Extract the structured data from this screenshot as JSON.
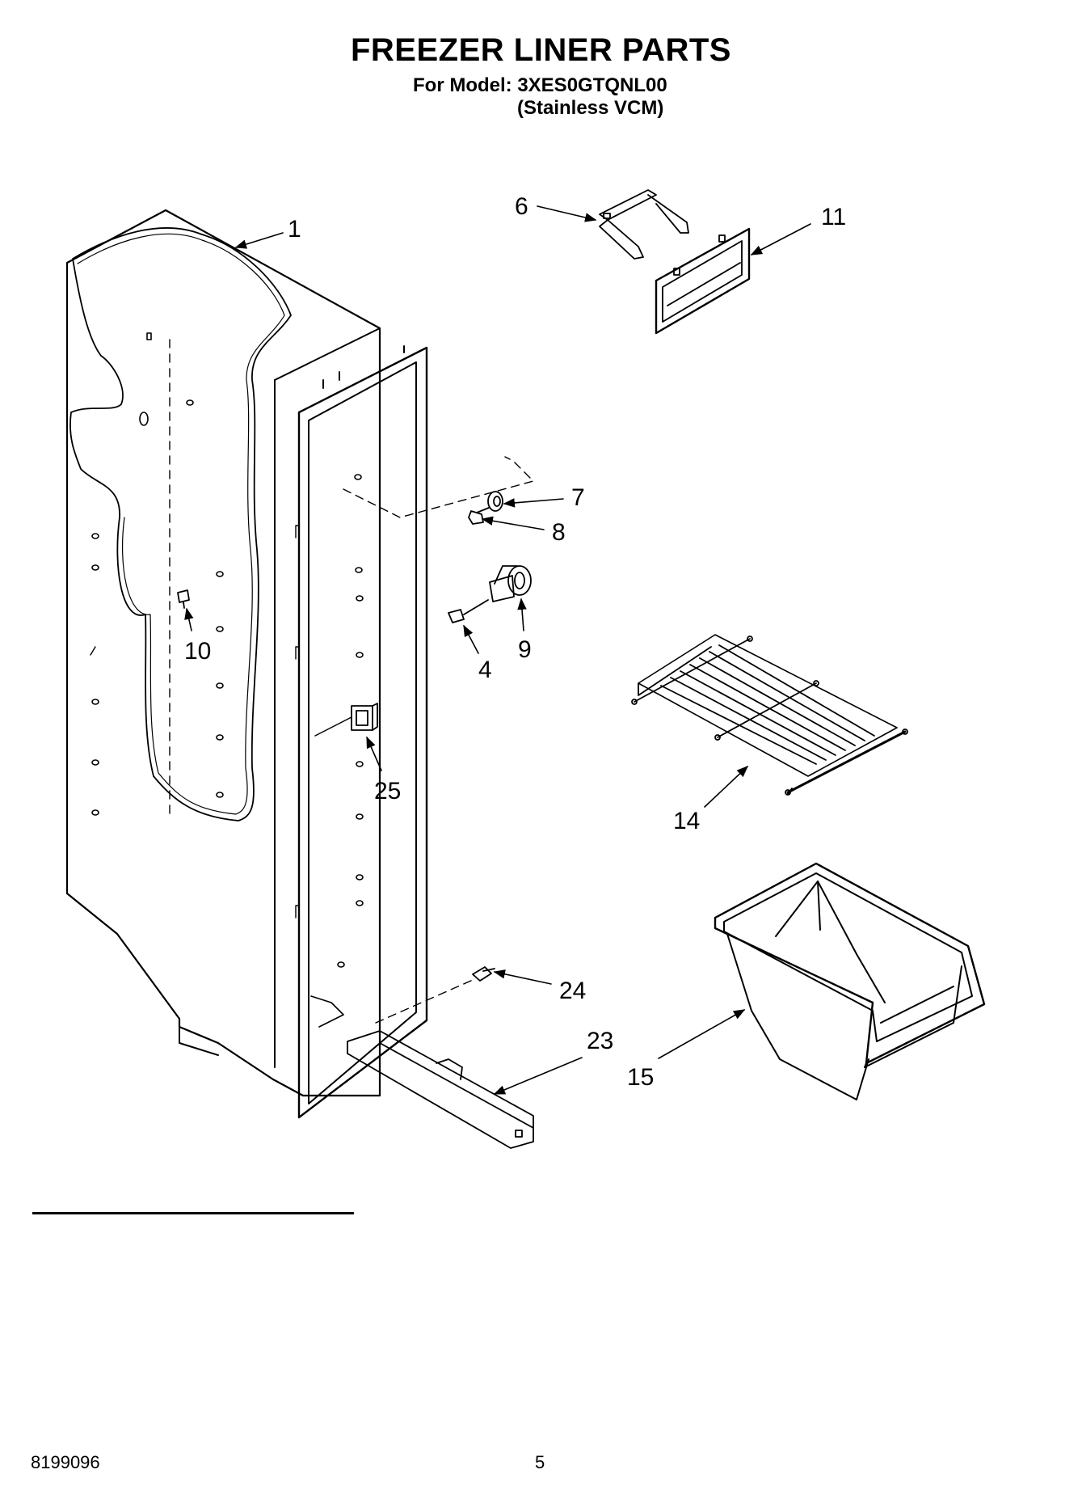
{
  "header": {
    "title": "FREEZER LINER PARTS",
    "model_line": "For Model: 3XES0GTQNL00",
    "variant_line": "(Stainless VCM)"
  },
  "callouts": [
    {
      "id": "1",
      "label": "1"
    },
    {
      "id": "6",
      "label": "6"
    },
    {
      "id": "11",
      "label": "11"
    },
    {
      "id": "7",
      "label": "7"
    },
    {
      "id": "8",
      "label": "8"
    },
    {
      "id": "9",
      "label": "9"
    },
    {
      "id": "4",
      "label": "4"
    },
    {
      "id": "10",
      "label": "10"
    },
    {
      "id": "25",
      "label": "25"
    },
    {
      "id": "14",
      "label": "14"
    },
    {
      "id": "24",
      "label": "24"
    },
    {
      "id": "23",
      "label": "23"
    },
    {
      "id": "15",
      "label": "15"
    }
  ],
  "footer": {
    "doc_number": "8199096",
    "page_number": "5"
  }
}
